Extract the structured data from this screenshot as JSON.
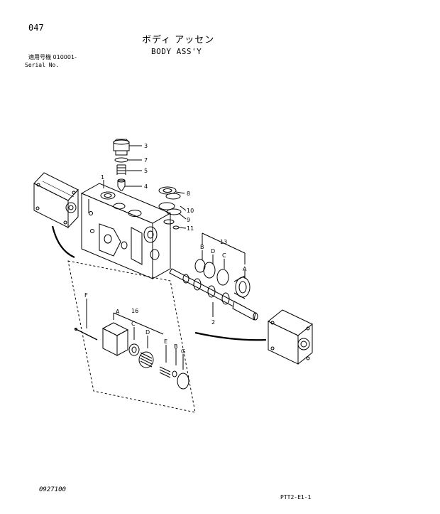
{
  "header": {
    "page_number": "047",
    "title_jp": "ボディ アッセン",
    "title_en": "BODY ASS'Y",
    "serial_jp": "適用号機 010001-",
    "serial_en": "Serial No."
  },
  "callouts": {
    "c1": "1",
    "c2": "2",
    "c3": "3",
    "c4": "4",
    "c5": "5",
    "c7": "7",
    "c8": "8",
    "c9": "9",
    "c10": "10",
    "c11": "11",
    "c13": "13",
    "c16": "16",
    "A1": "A",
    "B1": "B",
    "C1": "C",
    "D1": "D",
    "A2": "A",
    "B2": "B",
    "C2": "C",
    "D2": "D",
    "E2": "E",
    "F2": "F",
    "G2": "G"
  },
  "footer": {
    "left": "0927100",
    "right": "PTT2-E1-1"
  }
}
